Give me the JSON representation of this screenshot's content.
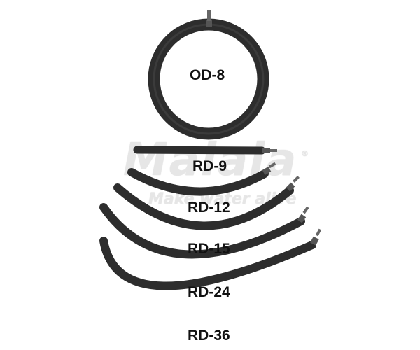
{
  "watermark": {
    "brand": "Maiala",
    "tagline": "Make water alive",
    "registered": "®"
  },
  "products": [
    {
      "label": "OD-8"
    },
    {
      "label": "RD-9"
    },
    {
      "label": "RD-12"
    },
    {
      "label": "RD-15"
    },
    {
      "label": "RD-24"
    },
    {
      "label": "RD-36"
    }
  ],
  "colors": {
    "tube": "#2d2d2d",
    "tube_highlight": "#4a4a4a",
    "connector": "#555555",
    "label": "#111111",
    "watermark": "#e6e6e6"
  }
}
